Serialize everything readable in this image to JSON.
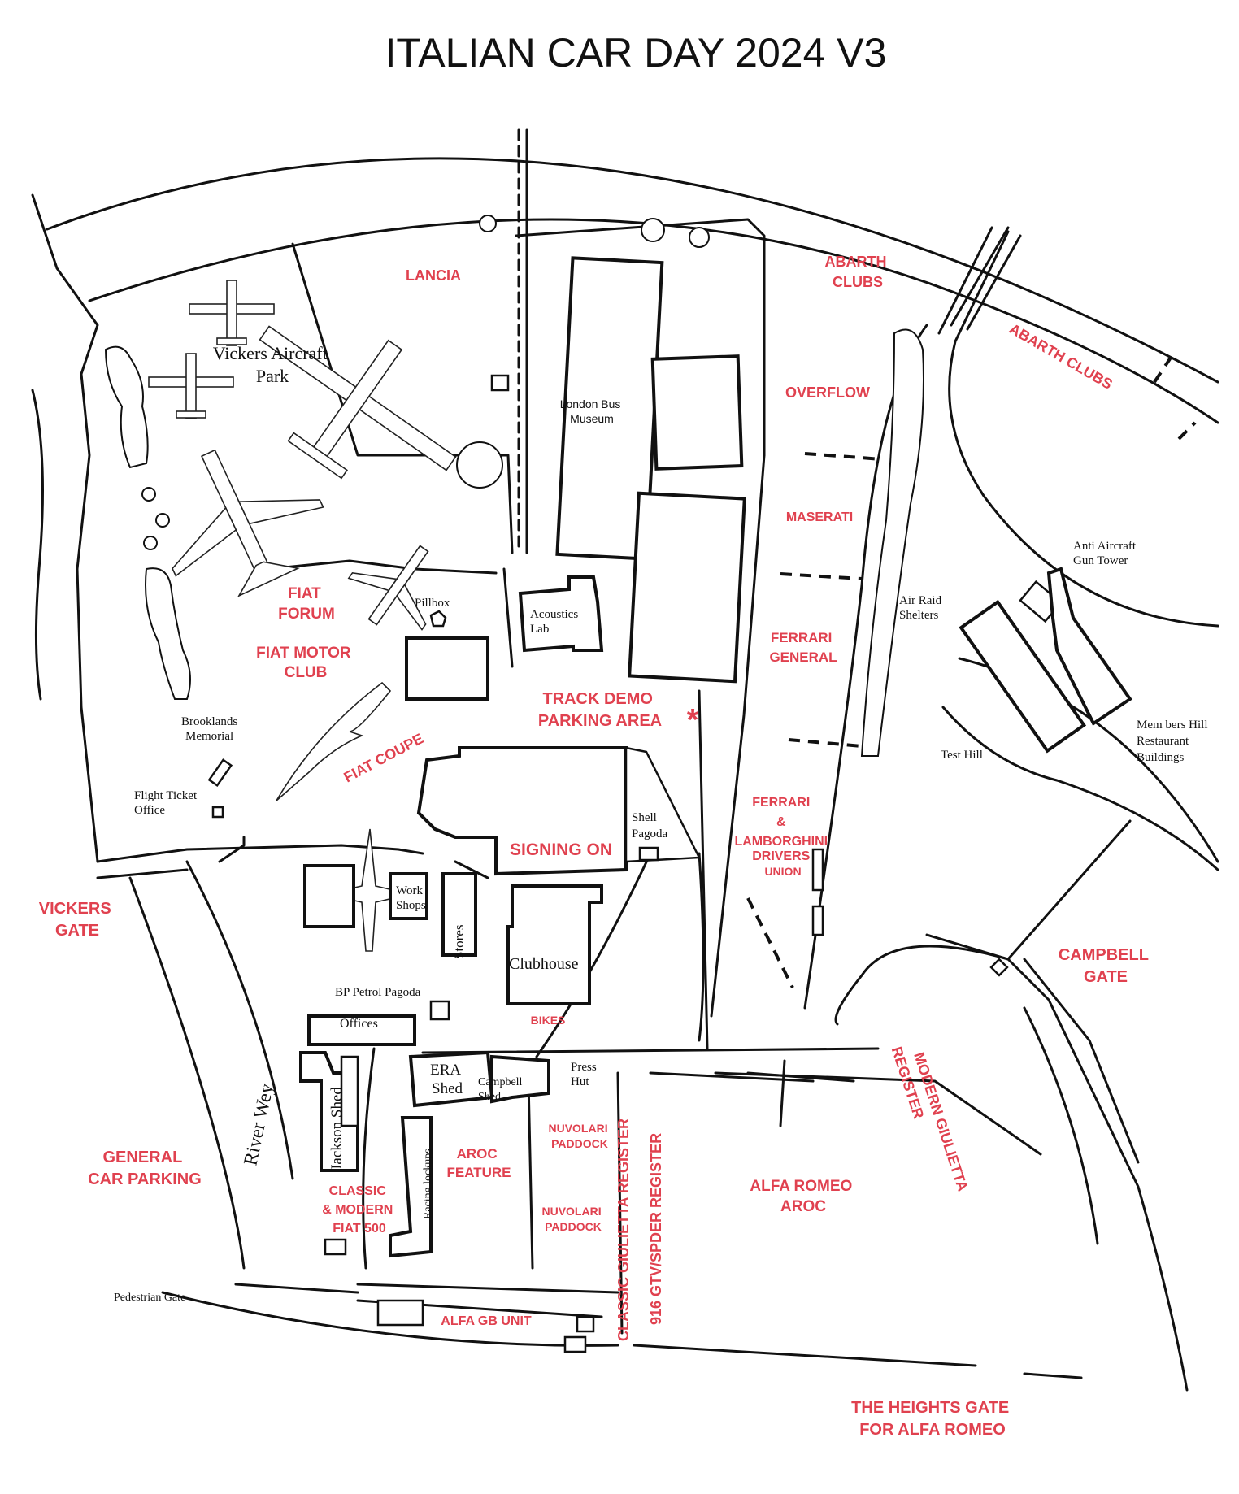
{
  "title": "ITALIAN CAR DAY 2024 V3",
  "colors": {
    "zone_label": "#e0414f",
    "ink": "#111111",
    "background": "#ffffff"
  },
  "zones": {
    "lancia": "LANCIA",
    "abarth_clubs_1": [
      "ABARTH",
      "CLUBS"
    ],
    "abarth_clubs_2": "ABARTH  CLUBS",
    "overflow": "OVERFLOW",
    "maserati": "MASERATI",
    "ferrari_general": [
      "FERRARI",
      "GENERAL"
    ],
    "fiat_forum": [
      "FIAT",
      "FORUM"
    ],
    "fiat_motor_club": [
      "FIAT MOTOR",
      "CLUB"
    ],
    "track_demo": [
      "TRACK DEMO",
      "PARKING AREA"
    ],
    "fiat_coupe": "FIAT COUPE",
    "signing_on": "SIGNING ON",
    "ferrari_lamborghini": [
      "FERRARI",
      "&",
      "LAMBORGHINI",
      "DRIVERS",
      "UNION"
    ],
    "vickers_gate": [
      "VICKERS",
      "GATE"
    ],
    "campbell_gate": [
      "CAMPBELL",
      "GATE"
    ],
    "bikes": "BIKES",
    "general_car_parking": [
      "GENERAL",
      "CAR PARKING"
    ],
    "aroc_feature": [
      "AROC",
      "FEATURE"
    ],
    "nuvolari_paddock_1": [
      "NUVOLARI",
      "PADDOCK"
    ],
    "nuvolari_paddock_2": [
      "NUVOLARI",
      "PADDOCK"
    ],
    "classic_modern_fiat": [
      "CLASSIC",
      "& MODERN",
      "FIAT 500"
    ],
    "classic_giulietta": "CLASSIC GIULIETTA REGISTER",
    "gtv_spider": "916 GTV/SPDER  REGISTER",
    "alfa_romeo_aroc": [
      "ALFA ROMEO",
      "AROC"
    ],
    "modern_giulietta": [
      "MODERN GIULIETTA",
      "REGISTER"
    ],
    "alfa_gb_unit": "ALFA GB UNIT",
    "heights_gate": [
      "THE HEIGHTS GATE",
      "FOR ALFA ROMEO"
    ]
  },
  "buildings": {
    "vickers_park": [
      "Vickers Aircraft",
      "Park"
    ],
    "london_bus_museum": [
      "London Bus",
      "Museum"
    ],
    "pillbox": "Pillbox",
    "acoustics_lab": [
      "Acoustics",
      "Lab"
    ],
    "anti_aircraft": [
      "Anti Aircraft",
      "Gun Tower"
    ],
    "air_raid": [
      "Air Raid",
      "Shelters"
    ],
    "members_hill": [
      "Mem  bers Hill",
      "Restaurant",
      "Buildings"
    ],
    "test_hill": "Test Hill",
    "brooklands_memorial": [
      "Brooklands",
      "Memorial"
    ],
    "flight_ticket": [
      "Flight Ticket",
      "Office"
    ],
    "shell_pagoda": [
      "Shell",
      "Pagoda"
    ],
    "work_shops": [
      "Work",
      "Shops"
    ],
    "stores": "Stores",
    "clubhouse": "Clubhouse",
    "bp_petrol_pagoda": "BP Petrol Pagoda",
    "offices": "Offices",
    "era_shed": [
      "ERA",
      "Shed"
    ],
    "campbell_shed": [
      "Campbell",
      "Shed"
    ],
    "press_hut": [
      "Press",
      "Hut"
    ],
    "jackson_shed": "Jackson Shed",
    "racing_lockups": "Racing lockups",
    "river_wey": "River Wey",
    "pedestrian_gate": "Pedestrian Gate"
  }
}
